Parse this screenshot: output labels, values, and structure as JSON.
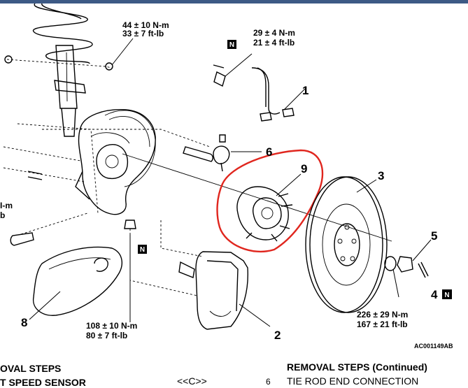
{
  "torque_specs": {
    "strut_top": {
      "metric": "44 ± 10 N-m",
      "imperial": "33 ± 7 ft-lb"
    },
    "sensor_bolt": {
      "metric": "29 ± 4 N-m",
      "imperial": "21 ± 4 ft-lb"
    },
    "caliper_bolt": {
      "metric": "108 ± 10 N-m",
      "imperial": "80 ± 7 ft-lb"
    },
    "hub_nut": {
      "metric": "226 ± 29 N-m",
      "imperial": "167 ± 21 ft-lb"
    }
  },
  "left_fragments": {
    "metric_tail": "I-m",
    "imperial_tail": "b"
  },
  "callouts": {
    "speed_sensor": "1",
    "caliper": "2",
    "rotor": "3",
    "cotter_pin": "4",
    "hub_nut": "5",
    "tie_rod_end": "6",
    "lower_arm": "8",
    "hub_bearing": "9"
  },
  "n_badge": "N",
  "figure_id": "AC001149AB",
  "removal": {
    "left_heading": "OVAL STEPS",
    "left_item": "T SPEED SENSOR",
    "step_marker": "<<C>>",
    "right_number": "6",
    "right_heading": "REMOVAL STEPS  (Continued)",
    "right_item": "TIE ROD END CONNECTION"
  },
  "colors": {
    "window_top_bar": "#3d5a85",
    "highlight_circle": "#e0261e"
  }
}
